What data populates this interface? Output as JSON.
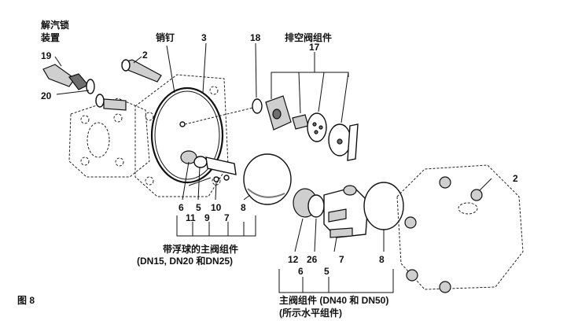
{
  "labels": {
    "steam_lock": "解汽锁",
    "steam_lock_2": "装置",
    "pin": "销钉",
    "vent_assembly": "排空阀组件",
    "float_main_valve": "带浮球的主阀组件",
    "float_main_valve_sizes": "(DN15, DN20 和DN25)",
    "main_valve_large": "主阀组件 (DN40 和 DN50)",
    "horizontal_note": "(所示水平组件)",
    "figure": "图 8"
  },
  "numbers": {
    "n19": "19",
    "n20": "20",
    "n2a": "2",
    "n3": "3",
    "n18": "18",
    "n17": "17",
    "n2b": "2",
    "a6": "6",
    "a11": "11",
    "a5": "5",
    "a9": "9",
    "a10": "10",
    "a7": "7",
    "a8": "8",
    "b12": "12",
    "b6": "6",
    "b26": "26",
    "b5": "5",
    "b7": "7",
    "b8": "8"
  }
}
